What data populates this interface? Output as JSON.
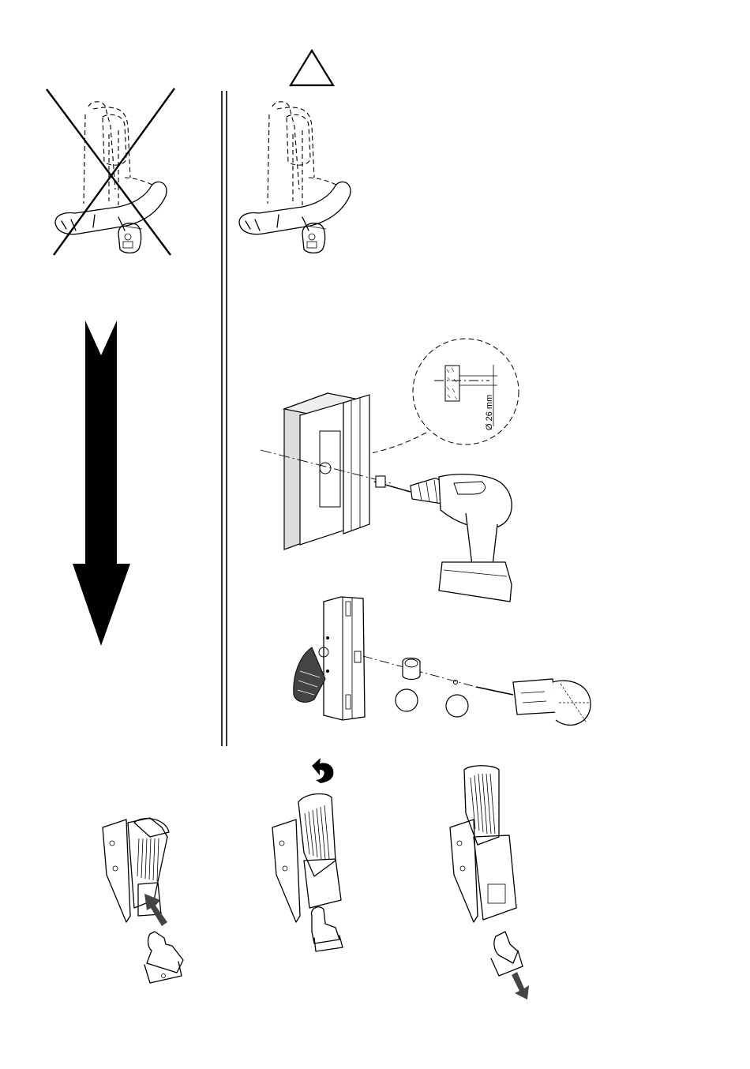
{
  "figure": {
    "warning_symbol": "warning-triangle-icon",
    "drill_detail_label": "Ø 26 mm",
    "panels": [
      {
        "name": "handle-incorrect",
        "icon": "cross-icon"
      },
      {
        "name": "handle-correct"
      },
      {
        "name": "drilling-step",
        "tool": "cordless-drill-icon"
      },
      {
        "name": "assembly-step",
        "tool": "screwdriver-icon"
      },
      {
        "name": "insert-step",
        "icon": "press-arrow-icon"
      },
      {
        "name": "lift-cover-step",
        "icon": "curved-arrow-icon"
      },
      {
        "name": "pull-step",
        "icon": "pull-arrow-icon"
      }
    ]
  }
}
